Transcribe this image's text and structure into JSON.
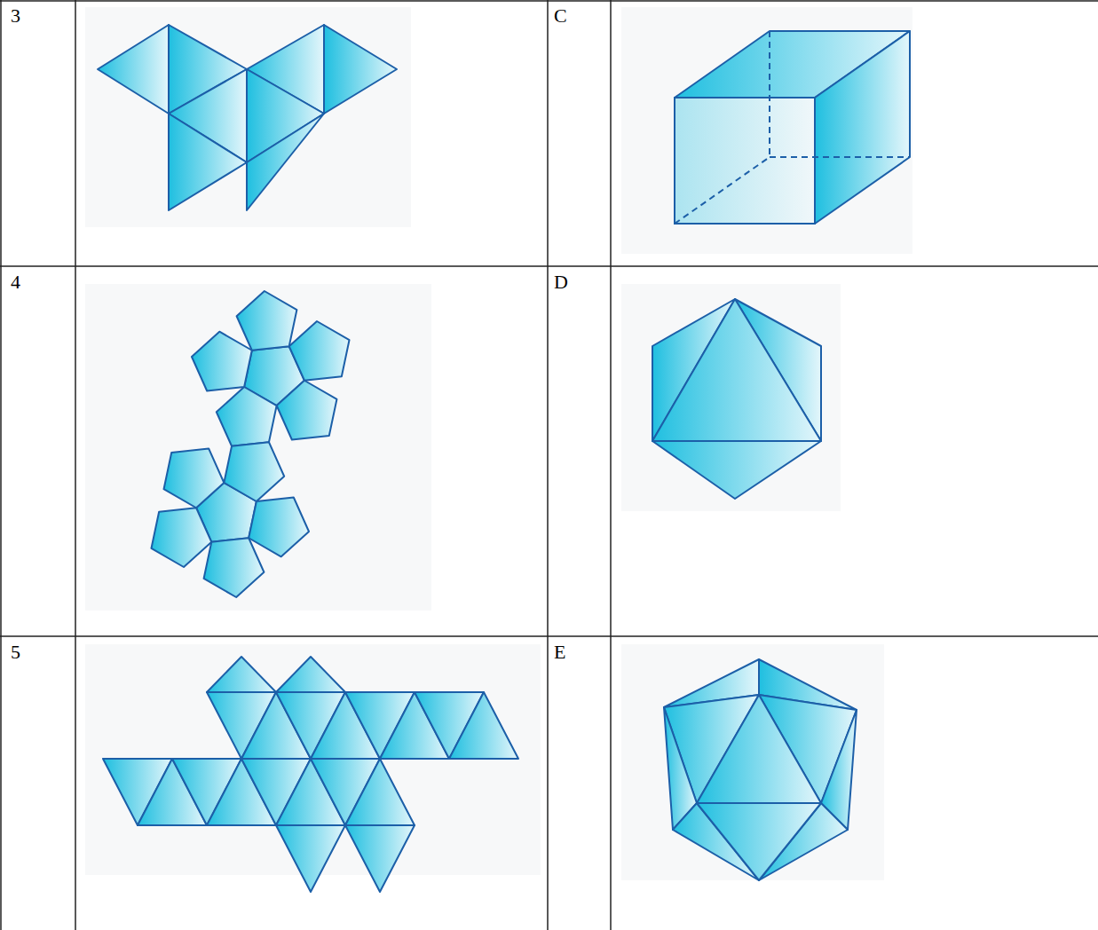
{
  "diagram": {
    "labels": [
      "3",
      "C",
      "4",
      "D",
      "5",
      "E"
    ]
  }
}
